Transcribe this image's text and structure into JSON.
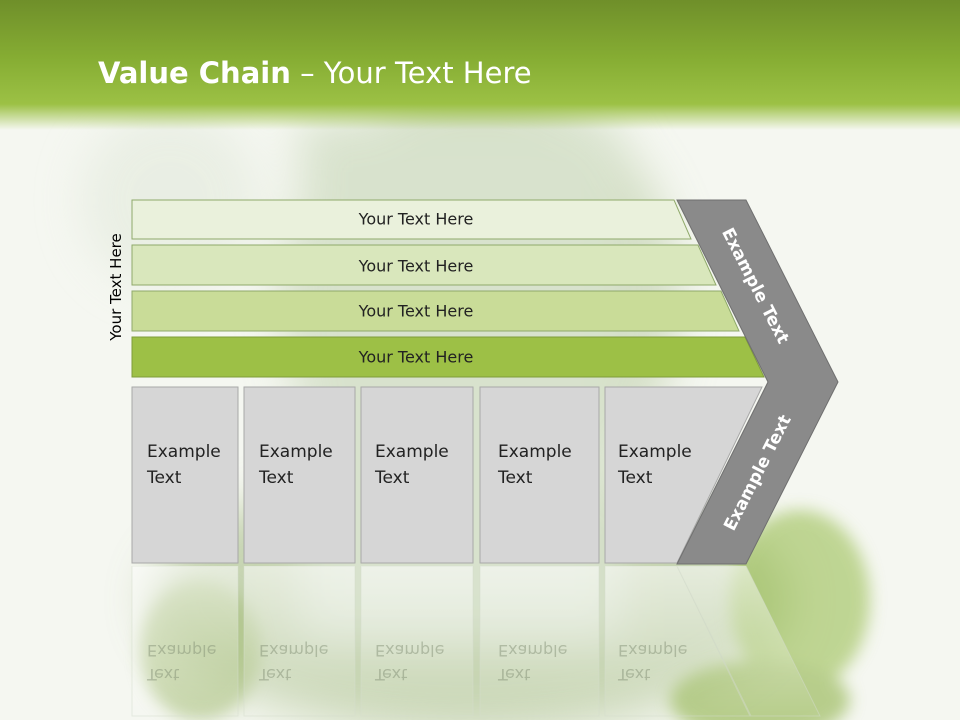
{
  "slide": {
    "title_bold": "Value Chain",
    "title_rest": " – Your Text Here",
    "side_label": "Your Text Here"
  },
  "rows": [
    {
      "label": "Your Text Here",
      "color": "#eaf1dc"
    },
    {
      "label": "Your Text Here",
      "color": "#d9e7bc"
    },
    {
      "label": "Your Text Here",
      "color": "#c9dc98"
    },
    {
      "label": "Your Text Here",
      "color": "#9dc046"
    }
  ],
  "boxes": [
    {
      "line1": "Example",
      "line2": "Text"
    },
    {
      "line1": "Example",
      "line2": "Text"
    },
    {
      "line1": "Example",
      "line2": "Text"
    },
    {
      "line1": "Example",
      "line2": "Text"
    },
    {
      "line1": "Example",
      "line2": "Text"
    }
  ],
  "chevron": {
    "upper_label": "Example Text",
    "lower_label": "Example Text",
    "color": "#8a8a8a"
  },
  "colors": {
    "header": "#86ad33",
    "box_fill": "#d6d6d6",
    "box_border": "#a8a8a8"
  }
}
